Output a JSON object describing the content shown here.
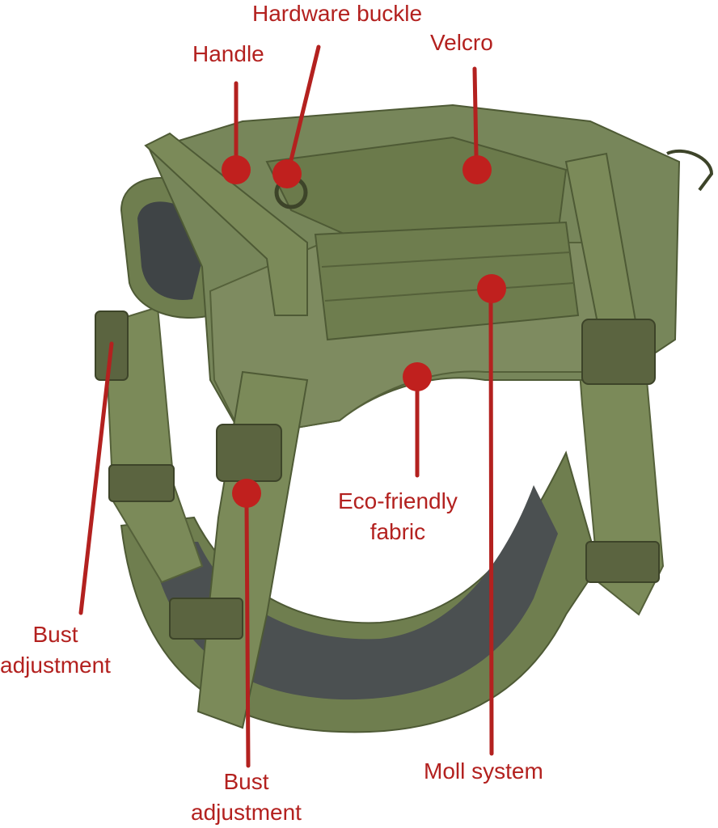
{
  "image": {
    "subject": "green tactical dog harness",
    "accent_color": "#b3211f",
    "fabric_color": "#6f7e4f"
  },
  "callouts": {
    "hardware_buckle": "Hardware buckle",
    "handle": "Handle",
    "velcro": "Velcro",
    "eco_fabric_line1": "Eco-friendly",
    "eco_fabric_line2": "fabric",
    "bust_left_line1": "Bust",
    "bust_left_line2": "adjustment",
    "bust_bottom_line1": "Bust",
    "bust_bottom_line2": "adjustment",
    "moll_system": "Moll system"
  }
}
